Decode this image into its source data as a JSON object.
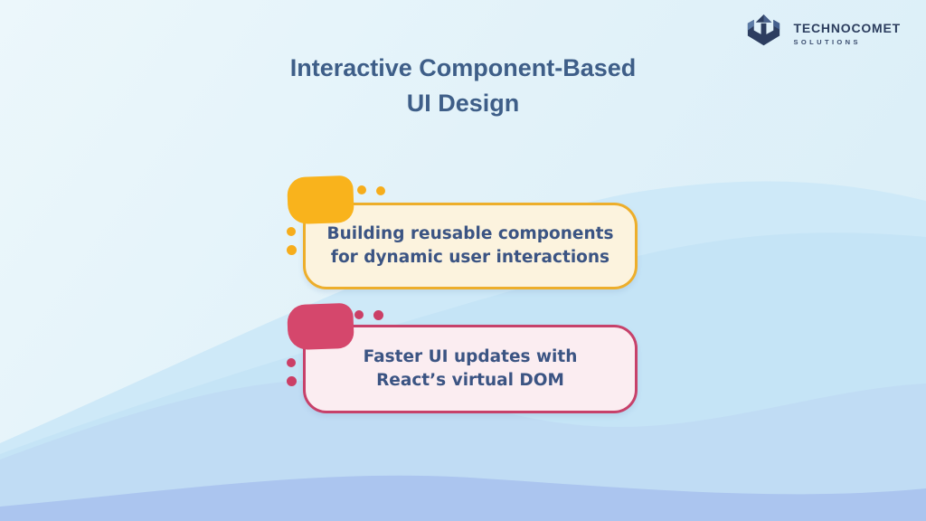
{
  "header": {
    "title_lines": [
      "Interactive Component-Based",
      "UI Design"
    ]
  },
  "logo": {
    "company": "TECHNOCOMET",
    "tagline": "SOLUTIONS",
    "icon": "hexagon-up-arrow-icon"
  },
  "cards": [
    {
      "lines": [
        "Building reusable components",
        "for dynamic user interactions"
      ],
      "accent_color": "#F9B31C",
      "border_color": "#EDAE2B",
      "fill_color": "#FCF3DE"
    },
    {
      "lines": [
        "Faster UI updates with",
        "React’s virtual DOM"
      ],
      "accent_color": "#D5476C",
      "border_color": "#C7416A",
      "fill_color": "#FBEDF1"
    }
  ],
  "colors": {
    "title_text": "#3E5E88",
    "card_text": "#3B5483",
    "logo_text": "#2C3D5E",
    "background_top": "#E9F6FB",
    "wave_1": "#CEE9F8",
    "wave_2": "#C5E4F6",
    "wave_3": "#C0DCF4",
    "wave_4": "#ABC5EF"
  }
}
